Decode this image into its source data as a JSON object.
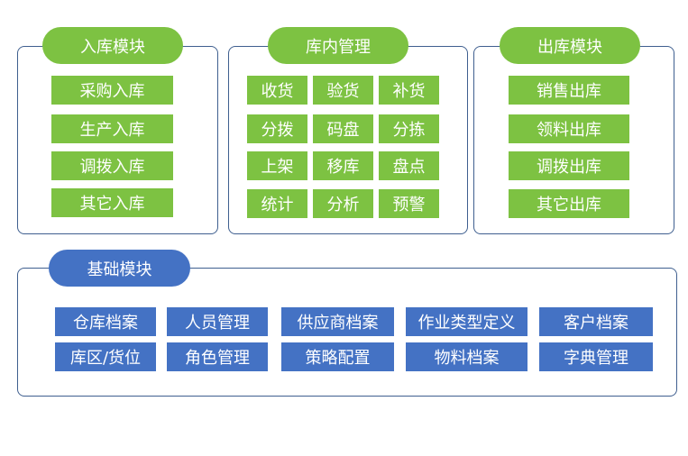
{
  "modules": {
    "inbound": {
      "title": "入库模块",
      "items": [
        "采购入库",
        "生产入库",
        "调拨入库",
        "其它入库"
      ]
    },
    "warehouse": {
      "title": "库内管理",
      "items": [
        "收货",
        "验货",
        "补货",
        "分拨",
        "码盘",
        "分拣",
        "上架",
        "移库",
        "盘点",
        "统计",
        "分析",
        "预警"
      ]
    },
    "outbound": {
      "title": "出库模块",
      "items": [
        "销售出库",
        "领料出库",
        "调拨出库",
        "其它出库"
      ]
    },
    "basic": {
      "title": "基础模块",
      "items": [
        "仓库档案",
        "人员管理",
        "供应商档案",
        "作业类型定义",
        "客户档案",
        "库区/货位",
        "角色管理",
        "策略配置",
        "物料档案",
        "字典管理"
      ]
    }
  },
  "colors": {
    "green": "#7dc242",
    "blue": "#4472c4",
    "border": "#3f5f8f"
  }
}
